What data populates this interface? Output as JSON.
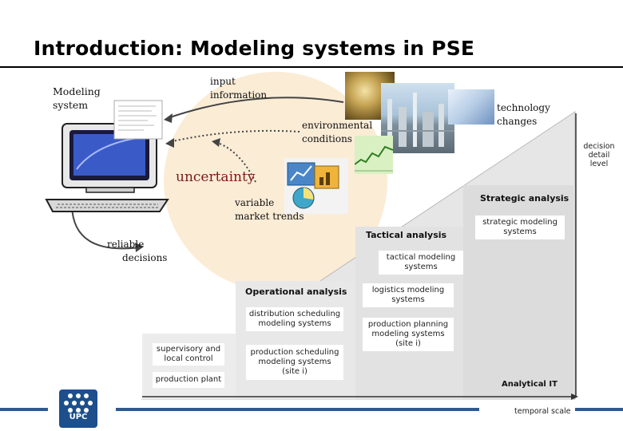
{
  "slide": {
    "title": "Introduction: Modeling systems in PSE"
  },
  "labels": {
    "modeling_system": [
      "Modeling",
      "system"
    ],
    "input_information": [
      "input",
      "information"
    ],
    "environmental_conditions": [
      "environmental",
      "conditions"
    ],
    "technology_changes": [
      "technology",
      "changes"
    ],
    "uncertainty": "uncertainty",
    "variable_market_trends": [
      "variable",
      "market trends"
    ],
    "reliable_decisions": [
      "reliable",
      "decisions"
    ]
  },
  "pyramid": {
    "decision_level": [
      "decision",
      "detail",
      "level"
    ],
    "temporal_scale": "temporal scale",
    "analytical_it": "Analytical IT",
    "strategic": {
      "title": "Strategic analysis",
      "boxes": [
        [
          "strategic modeling",
          "systems"
        ]
      ]
    },
    "tactical": {
      "title": "Tactical analysis",
      "boxes": [
        [
          "tactical modeling",
          "systems"
        ],
        [
          "logistics modeling",
          "systems"
        ],
        [
          "production planning",
          "modeling systems",
          "(site i)"
        ]
      ]
    },
    "operational": {
      "title": "Operational analysis",
      "boxes": [
        [
          "distribution scheduling",
          "modeling systems"
        ],
        [
          "production scheduling",
          "modeling systems",
          "(site i)"
        ]
      ]
    },
    "base": {
      "boxes": [
        [
          "supervisory and",
          "local control"
        ],
        [
          "production plant"
        ]
      ]
    }
  },
  "logo": {
    "text": "UPC"
  },
  "colors": {
    "accent_blue": "#2e5b8f",
    "ellipse": "#fbecd6",
    "uncertainty_text": "#7a1a1a",
    "panel_gray": "#e6e6e6"
  }
}
